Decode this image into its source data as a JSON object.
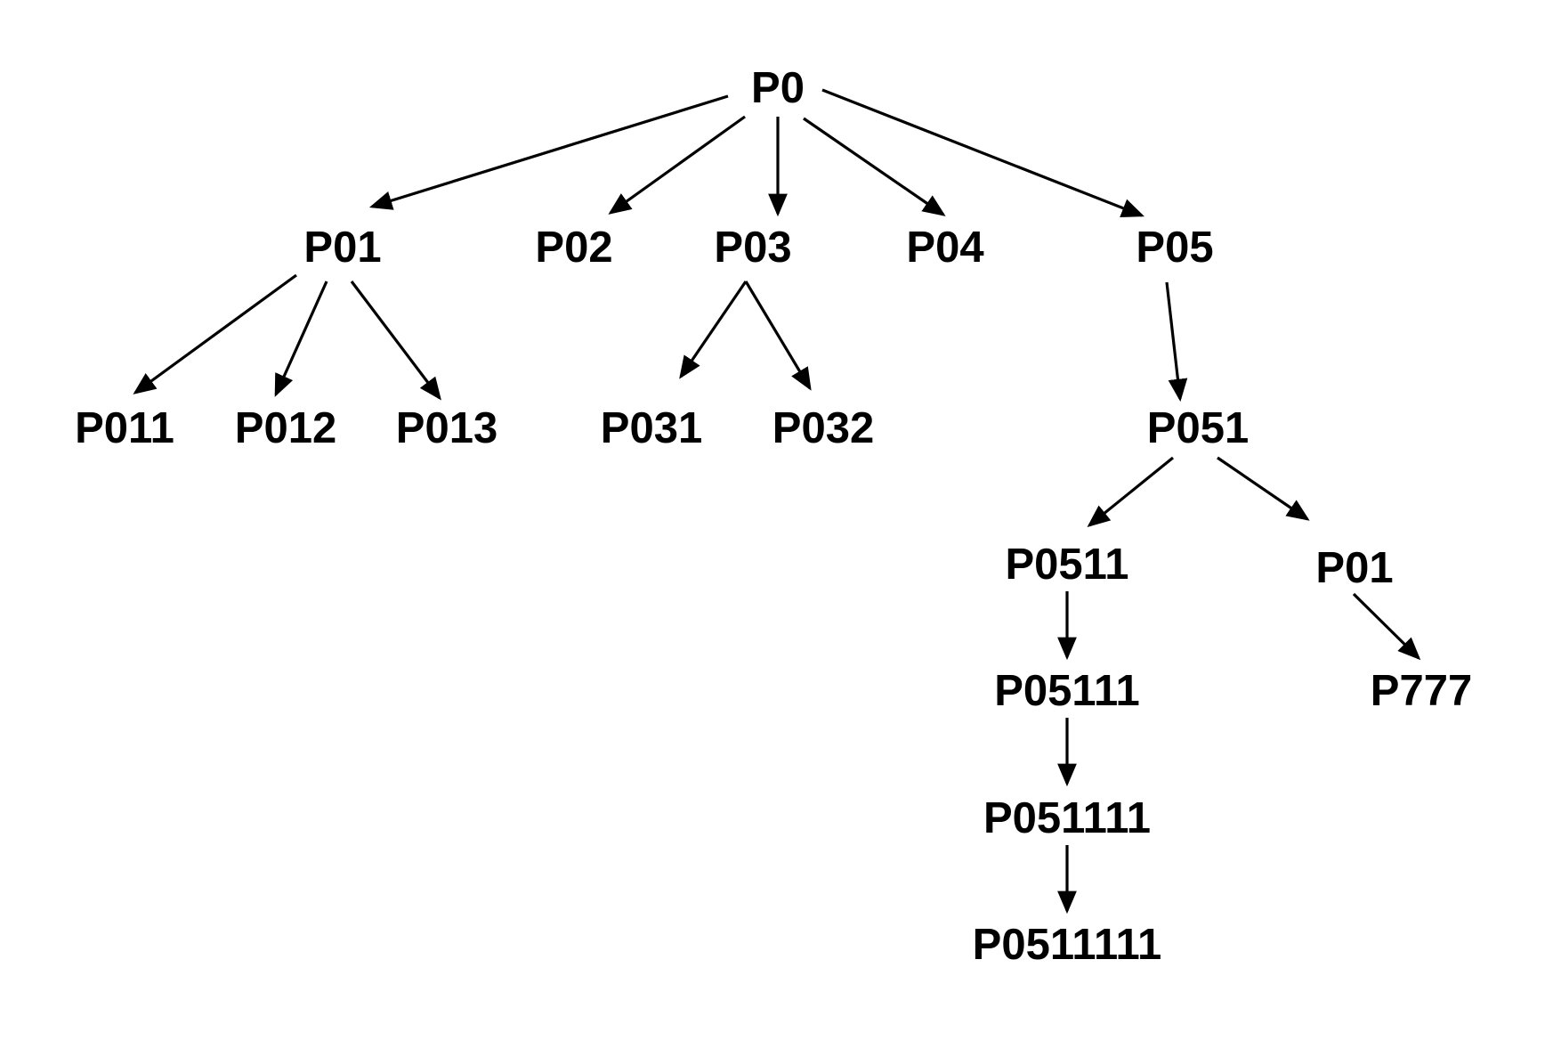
{
  "diagram": {
    "type": "tree",
    "nodes": [
      {
        "id": "n_p0",
        "label": "P0"
      },
      {
        "id": "n_p01",
        "label": "P01"
      },
      {
        "id": "n_p02",
        "label": "P02"
      },
      {
        "id": "n_p03",
        "label": "P03"
      },
      {
        "id": "n_p04",
        "label": "P04"
      },
      {
        "id": "n_p05",
        "label": "P05"
      },
      {
        "id": "n_p011",
        "label": "P011"
      },
      {
        "id": "n_p012",
        "label": "P012"
      },
      {
        "id": "n_p013",
        "label": "P013"
      },
      {
        "id": "n_p031",
        "label": "P031"
      },
      {
        "id": "n_p032",
        "label": "P032"
      },
      {
        "id": "n_p051",
        "label": "P051"
      },
      {
        "id": "n_p0511",
        "label": "P0511"
      },
      {
        "id": "n_p01b",
        "label": "P01"
      },
      {
        "id": "n_p05111",
        "label": "P05111"
      },
      {
        "id": "n_p777",
        "label": "P777"
      },
      {
        "id": "n_p051111",
        "label": "P051111"
      },
      {
        "id": "n_p0511111",
        "label": "P0511111"
      }
    ],
    "edges": [
      {
        "from": "n_p0",
        "to": "n_p01"
      },
      {
        "from": "n_p0",
        "to": "n_p02"
      },
      {
        "from": "n_p0",
        "to": "n_p03"
      },
      {
        "from": "n_p0",
        "to": "n_p04"
      },
      {
        "from": "n_p0",
        "to": "n_p05"
      },
      {
        "from": "n_p01",
        "to": "n_p011"
      },
      {
        "from": "n_p01",
        "to": "n_p012"
      },
      {
        "from": "n_p01",
        "to": "n_p013"
      },
      {
        "from": "n_p03",
        "to": "n_p031"
      },
      {
        "from": "n_p03",
        "to": "n_p032"
      },
      {
        "from": "n_p05",
        "to": "n_p051"
      },
      {
        "from": "n_p051",
        "to": "n_p0511"
      },
      {
        "from": "n_p051",
        "to": "n_p01b"
      },
      {
        "from": "n_p0511",
        "to": "n_p05111"
      },
      {
        "from": "n_p01b",
        "to": "n_p777"
      },
      {
        "from": "n_p05111",
        "to": "n_p051111"
      },
      {
        "from": "n_p051111",
        "to": "n_p0511111"
      }
    ]
  },
  "colors": {
    "line": "#000000",
    "text": "#000000",
    "background": "#ffffff"
  }
}
